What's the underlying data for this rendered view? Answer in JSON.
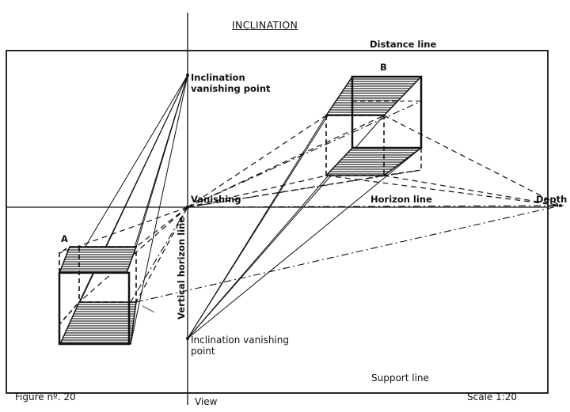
{
  "title": "INCLINATION",
  "labels": {
    "distance_line": "Distance line",
    "horizon_line": "Horizon line",
    "support_line": "Support line",
    "vertical_horizon_line": "Vertical horizon line",
    "vanishing": "Vanishing",
    "depth": "Depth",
    "view": "View",
    "inclination_vp_top": "Inclination vanishing point",
    "inclination_vp_bottom": "Inclination vanishing point",
    "cube_a": "A",
    "cube_b": "B"
  },
  "footer": {
    "figure": "Figure nº. 20",
    "scale": "Scale 1:20"
  },
  "colors": {
    "ink": "#111111",
    "paper": "#ffffff",
    "hatch": "#555555"
  }
}
